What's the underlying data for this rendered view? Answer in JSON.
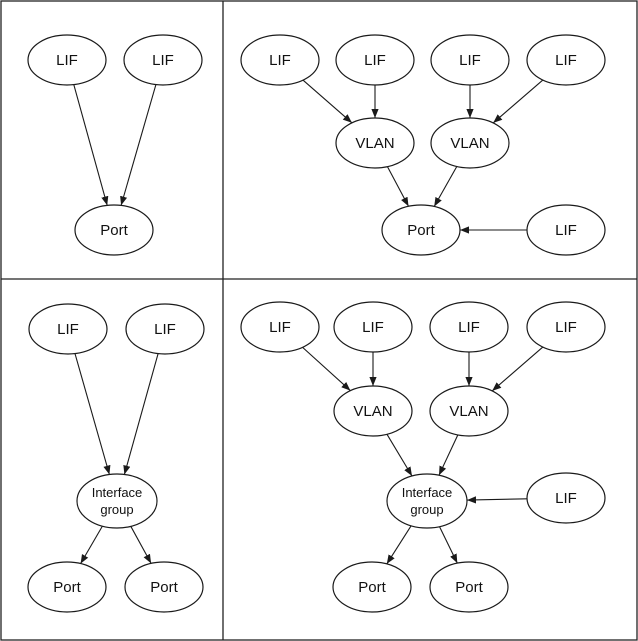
{
  "labels": {
    "lif": "LIF",
    "vlan": "VLAN",
    "port": "Port",
    "ifgrp_line1": "Interface",
    "ifgrp_line2": "group"
  },
  "panels": [
    {
      "id": "top-left",
      "nodes": [
        {
          "id": "tl-lif1",
          "label": "lif"
        },
        {
          "id": "tl-lif2",
          "label": "lif"
        },
        {
          "id": "tl-port",
          "label": "port"
        }
      ],
      "edges": [
        {
          "from": "tl-lif1",
          "to": "tl-port"
        },
        {
          "from": "tl-lif2",
          "to": "tl-port"
        }
      ]
    },
    {
      "id": "top-right",
      "nodes": [
        {
          "id": "tr-lif1",
          "label": "lif"
        },
        {
          "id": "tr-lif2",
          "label": "lif"
        },
        {
          "id": "tr-lif3",
          "label": "lif"
        },
        {
          "id": "tr-lif4",
          "label": "lif"
        },
        {
          "id": "tr-vlan1",
          "label": "vlan"
        },
        {
          "id": "tr-vlan2",
          "label": "vlan"
        },
        {
          "id": "tr-port",
          "label": "port"
        },
        {
          "id": "tr-lif5",
          "label": "lif"
        }
      ],
      "edges": [
        {
          "from": "tr-lif1",
          "to": "tr-vlan1"
        },
        {
          "from": "tr-lif2",
          "to": "tr-vlan1"
        },
        {
          "from": "tr-lif3",
          "to": "tr-vlan2"
        },
        {
          "from": "tr-lif4",
          "to": "tr-vlan2"
        },
        {
          "from": "tr-vlan1",
          "to": "tr-port"
        },
        {
          "from": "tr-vlan2",
          "to": "tr-port"
        },
        {
          "from": "tr-lif5",
          "to": "tr-port"
        }
      ]
    },
    {
      "id": "bottom-left",
      "nodes": [
        {
          "id": "bl-lif1",
          "label": "lif"
        },
        {
          "id": "bl-lif2",
          "label": "lif"
        },
        {
          "id": "bl-ifgrp",
          "label": "ifgrp"
        },
        {
          "id": "bl-port1",
          "label": "port"
        },
        {
          "id": "bl-port2",
          "label": "port"
        }
      ],
      "edges": [
        {
          "from": "bl-lif1",
          "to": "bl-ifgrp"
        },
        {
          "from": "bl-lif2",
          "to": "bl-ifgrp"
        },
        {
          "from": "bl-ifgrp",
          "to": "bl-port1"
        },
        {
          "from": "bl-ifgrp",
          "to": "bl-port2"
        }
      ]
    },
    {
      "id": "bottom-right",
      "nodes": [
        {
          "id": "br-lif1",
          "label": "lif"
        },
        {
          "id": "br-lif2",
          "label": "lif"
        },
        {
          "id": "br-lif3",
          "label": "lif"
        },
        {
          "id": "br-lif4",
          "label": "lif"
        },
        {
          "id": "br-vlan1",
          "label": "vlan"
        },
        {
          "id": "br-vlan2",
          "label": "vlan"
        },
        {
          "id": "br-ifgrp",
          "label": "ifgrp"
        },
        {
          "id": "br-lif5",
          "label": "lif"
        },
        {
          "id": "br-port1",
          "label": "port"
        },
        {
          "id": "br-port2",
          "label": "port"
        }
      ],
      "edges": [
        {
          "from": "br-lif1",
          "to": "br-vlan1"
        },
        {
          "from": "br-lif2",
          "to": "br-vlan1"
        },
        {
          "from": "br-lif3",
          "to": "br-vlan2"
        },
        {
          "from": "br-lif4",
          "to": "br-vlan2"
        },
        {
          "from": "br-vlan1",
          "to": "br-ifgrp"
        },
        {
          "from": "br-vlan2",
          "to": "br-ifgrp"
        },
        {
          "from": "br-lif5",
          "to": "br-ifgrp"
        },
        {
          "from": "br-ifgrp",
          "to": "br-port1"
        },
        {
          "from": "br-ifgrp",
          "to": "br-port2"
        }
      ]
    }
  ]
}
